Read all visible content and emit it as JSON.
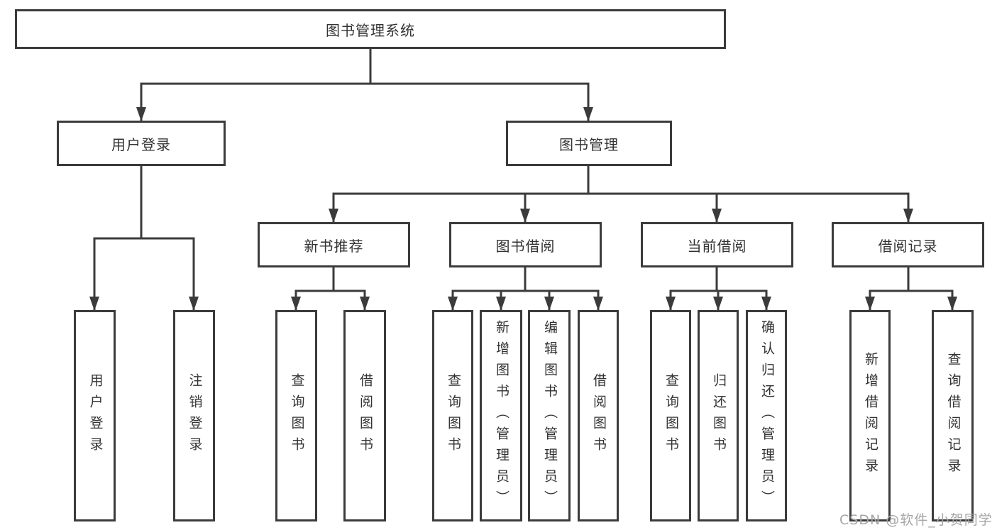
{
  "nodes": {
    "root": {
      "label": "图书管理系统"
    },
    "user_login": {
      "label": "用户登录"
    },
    "book_management": {
      "label": "图书管理"
    },
    "new_book_recommend": {
      "label": "新书推荐"
    },
    "book_borrow": {
      "label": "图书借阅"
    },
    "current_borrow": {
      "label": "当前借阅"
    },
    "borrow_record": {
      "label": "借阅记录"
    },
    "leaf_user_login": {
      "label": "用户登录"
    },
    "leaf_logout": {
      "label": "注销登录"
    },
    "leaf_query_book_1": {
      "label": "查询图书"
    },
    "leaf_borrow_book_1": {
      "label": "借阅图书"
    },
    "leaf_query_book_2": {
      "label": "查询图书"
    },
    "leaf_add_book": {
      "label": "新增图书（管理员）"
    },
    "leaf_edit_book": {
      "label": "编辑图书（管理员）"
    },
    "leaf_borrow_book_2": {
      "label": "借阅图书"
    },
    "leaf_query_book_3": {
      "label": "查询图书"
    },
    "leaf_return_book": {
      "label": "归还图书"
    },
    "leaf_confirm_return": {
      "label": "确认归还（管理员）"
    },
    "leaf_add_borrow_record": {
      "label": "新增借阅记录"
    },
    "leaf_query_borrow_record": {
      "label": "查询借阅记录"
    }
  },
  "watermark": {
    "text": "CSDN @软件_小贺同学"
  },
  "colors": {
    "line": "#3b3b3b",
    "border": "#3b3b3b",
    "text": "#333333",
    "background": "#ffffff",
    "watermark": "#a6a6a6"
  }
}
